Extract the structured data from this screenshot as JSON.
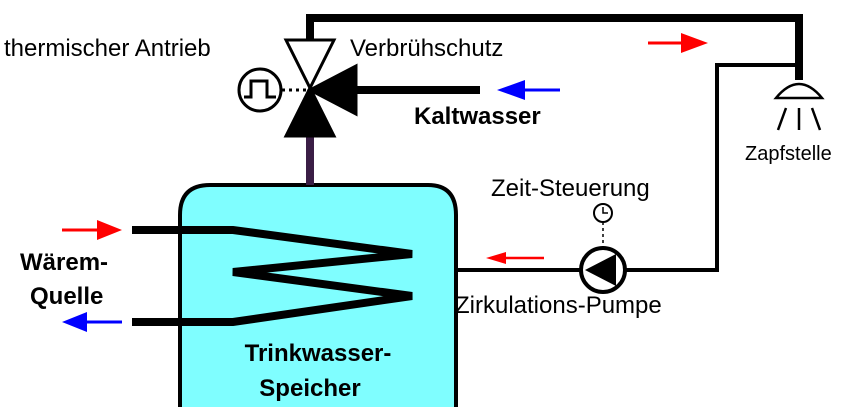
{
  "labels": {
    "actuator": "thermischer Antrieb",
    "scald_protection": "Verbrühschutz",
    "cold_water": "Kaltwasser",
    "tap": "Zapfstelle",
    "timer": "Zeit-Steuerung",
    "pump": "Zirkulations-Pumpe",
    "heat_source_line1": "Wärem-",
    "heat_source_line2": "Quelle",
    "tank_line1": "Trinkwasser-",
    "tank_line2": "Speicher"
  },
  "colors": {
    "hot_arrow": "#ff0000",
    "cold_arrow": "#0000ff",
    "tank_fill": "#7ffeff",
    "pipe": "#000000",
    "tank_outlet_pipe": "#3a1d45"
  },
  "icons": [
    "three-way-valve-icon",
    "thermal-actuator-icon",
    "shower-head-icon",
    "clock-icon",
    "pump-icon",
    "heat-exchanger-coil-icon"
  ]
}
